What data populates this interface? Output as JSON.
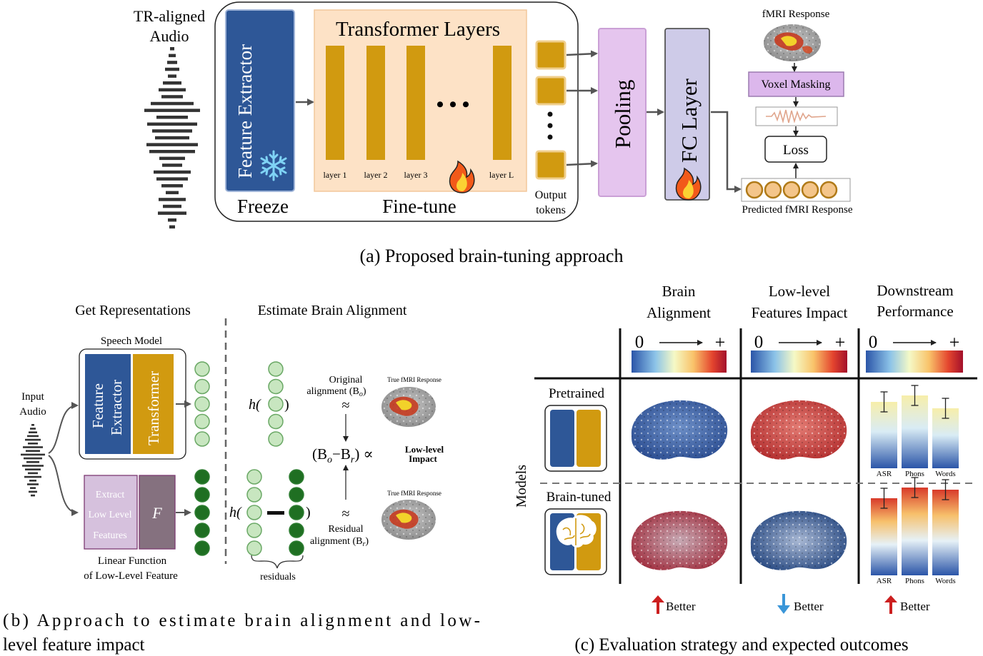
{
  "panel_a": {
    "input_title_1": "TR-aligned",
    "input_title_2": "Audio",
    "feature_extractor": "Feature Extractor",
    "transformer_title": "Transformer Layers",
    "layers": [
      "layer 1",
      "layer 2",
      "layer 3",
      "layer L"
    ],
    "ellipsis": "• • •",
    "freeze": "Freeze",
    "finetune": "Fine-tune",
    "output_tokens_1": "Output",
    "output_tokens_2": "tokens",
    "pooling": "Pooling",
    "fc_layer": "FC Layer",
    "fmri_response": "fMRI Response",
    "voxel_masking": "Voxel Masking",
    "loss": "Loss",
    "predicted": "Predicted fMRI Response",
    "caption": "(a) Proposed brain-tuning approach"
  },
  "panel_b": {
    "get_repr": "Get Representations",
    "estimate": "Estimate Brain Alignment",
    "speech_model": "Speech Model",
    "feature_extractor_1": "Feature",
    "feature_extractor_2": "Extractor",
    "transformer": "Transformer",
    "input_audio_1": "Input",
    "input_audio_2": "Audio",
    "extract_1": "Extract",
    "extract_2": "Low Level",
    "extract_3": "Features",
    "f": "F",
    "linear_1": "Linear Function",
    "linear_2": "of Low-Level Feature",
    "h": "h(",
    "close_paren": ")",
    "minus": "−",
    "residuals": "residuals",
    "original_1": "Original",
    "original_2": "alignment (B",
    "original_sub": "o",
    "residual_1": "Residual",
    "residual_2": "alignment (B",
    "residual_sub": "r",
    "approx": "≈",
    "true_fmri": "True fMRI Response",
    "formula": "(B",
    "formula_o": "o",
    "formula_minus": "−B",
    "formula_r": "r",
    "formula_end": ") ∝",
    "lowlevel_1": "Low-level",
    "lowlevel_2": "Impact",
    "caption_1": "(b) Approach to estimate brain alignment and low-",
    "caption_2": "level feature impact"
  },
  "panel_c": {
    "col1_1": "Brain",
    "col1_2": "Alignment",
    "col2_1": "Low-level",
    "col2_2": "Features Impact",
    "col3_1": "Downstream",
    "col3_2": "Performance",
    "scale_zero": "0",
    "scale_plus": "+",
    "row1": "Pretrained",
    "row2": "Brain-tuned",
    "models": "Models",
    "better": "Better",
    "caption": "(c) Evaluation strategy and expected outcomes",
    "bar_labels": [
      "ASR",
      "Phons",
      "Words"
    ]
  },
  "chart_data": [
    {
      "type": "bar",
      "name": "Pretrained",
      "categories": [
        "ASR",
        "Phons",
        "Words"
      ],
      "values": [
        0.62,
        0.68,
        0.56
      ],
      "ylim": [
        0,
        1
      ]
    },
    {
      "type": "bar",
      "name": "Brain-tuned",
      "categories": [
        "ASR",
        "Phons",
        "Words"
      ],
      "values": [
        0.72,
        0.82,
        0.8
      ],
      "ylim": [
        0,
        1
      ]
    }
  ],
  "colors": {
    "feature_blue": "#2e5797",
    "transformer_orange": "#d19a10",
    "layer_bg": "#fde2c6",
    "pool_purple": "#e5c5ee",
    "fc_lavender": "#cecbe8",
    "voxel_purple": "#dcb7ec",
    "green_light": "#c8e6c0",
    "green_dark": "#1f6f22",
    "arrow_red": "#cc1f1f",
    "arrow_blue": "#3a96d8"
  }
}
